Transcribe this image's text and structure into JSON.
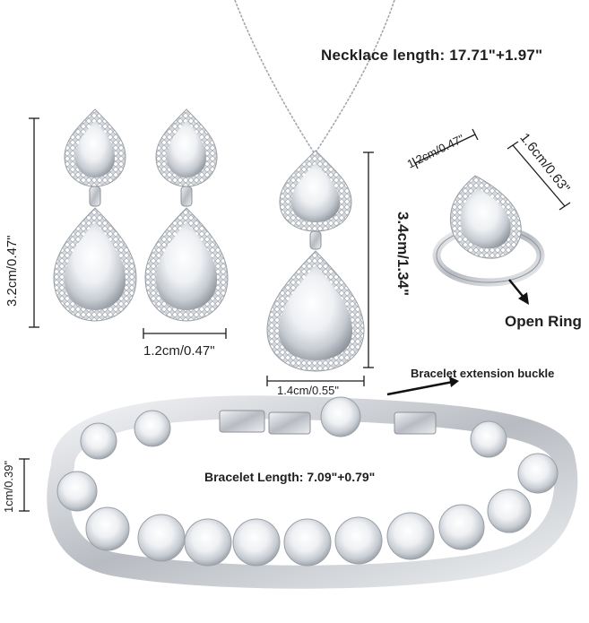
{
  "image": {
    "description_labels": {
      "necklace_length": "Necklace length: 17.71\"+1.97\"",
      "earring_height": "3.2cm/0.47\"",
      "earring_width": "1.2cm/0.47\"",
      "pendant_height": "3.4cm/1.34\"",
      "pendant_width": "1.4cm/0.55\"",
      "ring_width": "1.2cm/0.47\"",
      "ring_height": "1.6cm/0.63\"",
      "open_ring": "Open Ring",
      "extension_buckle": "Bracelet extension buckle",
      "bracelet_length": "Bracelet Length: 7.09\"+0.79\"",
      "bracelet_width": "1cm/0.39\""
    }
  },
  "colors": {
    "metal": "#c9ccd1",
    "metal_dark": "#8e939a",
    "stone": "#f4f6f8",
    "stone_shadow": "#b9bec5",
    "dimension_line": "#1a1a1a",
    "background": "#ffffff"
  },
  "icons": [
    "arrow-icon",
    "dimension-line"
  ]
}
